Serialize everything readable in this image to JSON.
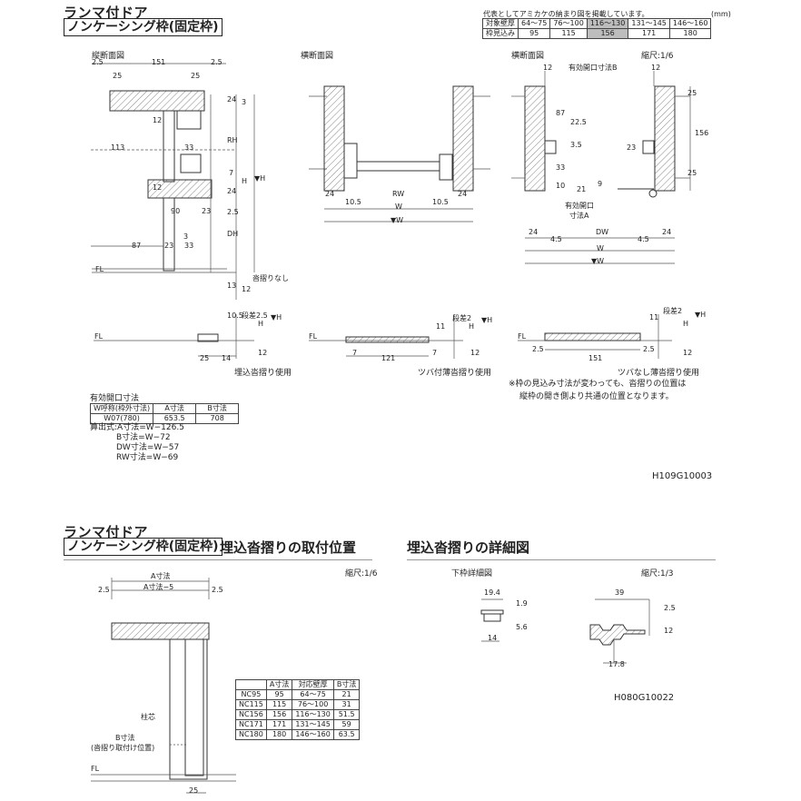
{
  "top": {
    "title": "ランマ付ドア",
    "subtitle": "ノンケーシング枠(固定枠)",
    "note_header": "代表としてアミカケの納まり図を掲載しています。",
    "unit": "(mm)",
    "wall_table": {
      "rows": [
        {
          "label": "対象壁厚",
          "cells": [
            "64～75",
            "76～100",
            "116～130",
            "131～145",
            "146～160"
          ]
        },
        {
          "label": "枠見込み",
          "cells": [
            "95",
            "115",
            "156",
            "171",
            "180"
          ]
        }
      ],
      "highlight_index": 2
    },
    "sections": {
      "vertical": "縦断面図",
      "horizontal": "横断面図",
      "horizontal2": "横断面図",
      "scale": "縮尺:1/6"
    },
    "vertical_dims": [
      "2.5",
      "151",
      "2.5",
      "25",
      "25",
      "12",
      "113",
      "33",
      "24",
      "3",
      "RH",
      "H",
      "▼H",
      "7",
      "12",
      "24",
      "90",
      "23",
      "3",
      "87",
      "23",
      "33",
      "DH",
      "2.5",
      "FL",
      "13",
      "12",
      "沓摺りなし"
    ],
    "horizontal_dims": [
      "24",
      "10.5",
      "RW",
      "10.5",
      "24",
      "W",
      "▼W"
    ],
    "horizontal2_dims": [
      "12",
      "有効開口寸法B",
      "12",
      "25",
      "87",
      "22.5",
      "3.5",
      "33",
      "10",
      "23",
      "156",
      "21",
      "9",
      "有効開口",
      "寸法A",
      "DW",
      "24",
      "4.5",
      "4.5",
      "24",
      "W",
      "▼W",
      "25"
    ],
    "details": [
      {
        "label": "埋込沓摺り使用",
        "dims": [
          "10.5",
          "段差2.5",
          "H",
          "▼H",
          "FL",
          "25",
          "14",
          "12"
        ]
      },
      {
        "label": "ツバ付薄沓摺り使用",
        "dims": [
          "11",
          "段差2",
          "H",
          "▼H",
          "FL",
          "7",
          "121",
          "7",
          "12"
        ]
      },
      {
        "label": "ツバなし薄沓摺り使用",
        "dims": [
          "11",
          "段差2",
          "H",
          "▼H",
          "FL",
          "2.5",
          "151",
          "2.5",
          "12"
        ]
      }
    ],
    "footnote": [
      "※枠の見込み寸法が変わっても、沓摺りの位置は",
      "縦枠の開き側より共通の位置となります。"
    ],
    "opening_table": {
      "caption": "有効開口寸法",
      "headers": [
        "W呼称(枠外寸法)",
        "A寸法",
        "B寸法"
      ],
      "row": [
        "W07(780)",
        "653.5",
        "708"
      ]
    },
    "formulas": [
      "算出式:A寸法=W−126.5",
      "B寸法=W−72",
      "DW寸法=W−57",
      "RW寸法=W−69"
    ],
    "code": "H109G10003"
  },
  "bottom": {
    "title": "ランマ付ドア",
    "subtitle": "ノンケーシング枠(固定枠)",
    "heading_left": "埋込沓摺りの取付位置",
    "heading_right": "埋込沓摺りの詳細図",
    "scale_left": "縮尺:1/6",
    "left_dims": [
      "A寸法",
      "2.5",
      "A寸法−5",
      "2.5",
      "柱芯",
      "B寸法",
      "(沓摺り取付け位置)",
      "FL",
      "25"
    ],
    "nc_table": {
      "headers": [
        "",
        "A寸法",
        "対応壁厚",
        "B寸法"
      ],
      "rows": [
        [
          "NC95",
          "95",
          "64～75",
          "21"
        ],
        [
          "NC115",
          "115",
          "76～100",
          "31"
        ],
        [
          "NC156",
          "156",
          "116～130",
          "51.5"
        ],
        [
          "NC171",
          "171",
          "131～145",
          "59"
        ],
        [
          "NC180",
          "180",
          "146～160",
          "63.5"
        ]
      ]
    },
    "detail_title": "下枠詳細図",
    "scale_right": "縮尺:1/3",
    "detail_dims": [
      "19.4",
      "1.9",
      "5.6",
      "14",
      "39",
      "2.5",
      "12",
      "17.8"
    ],
    "code": "H080G10022"
  }
}
